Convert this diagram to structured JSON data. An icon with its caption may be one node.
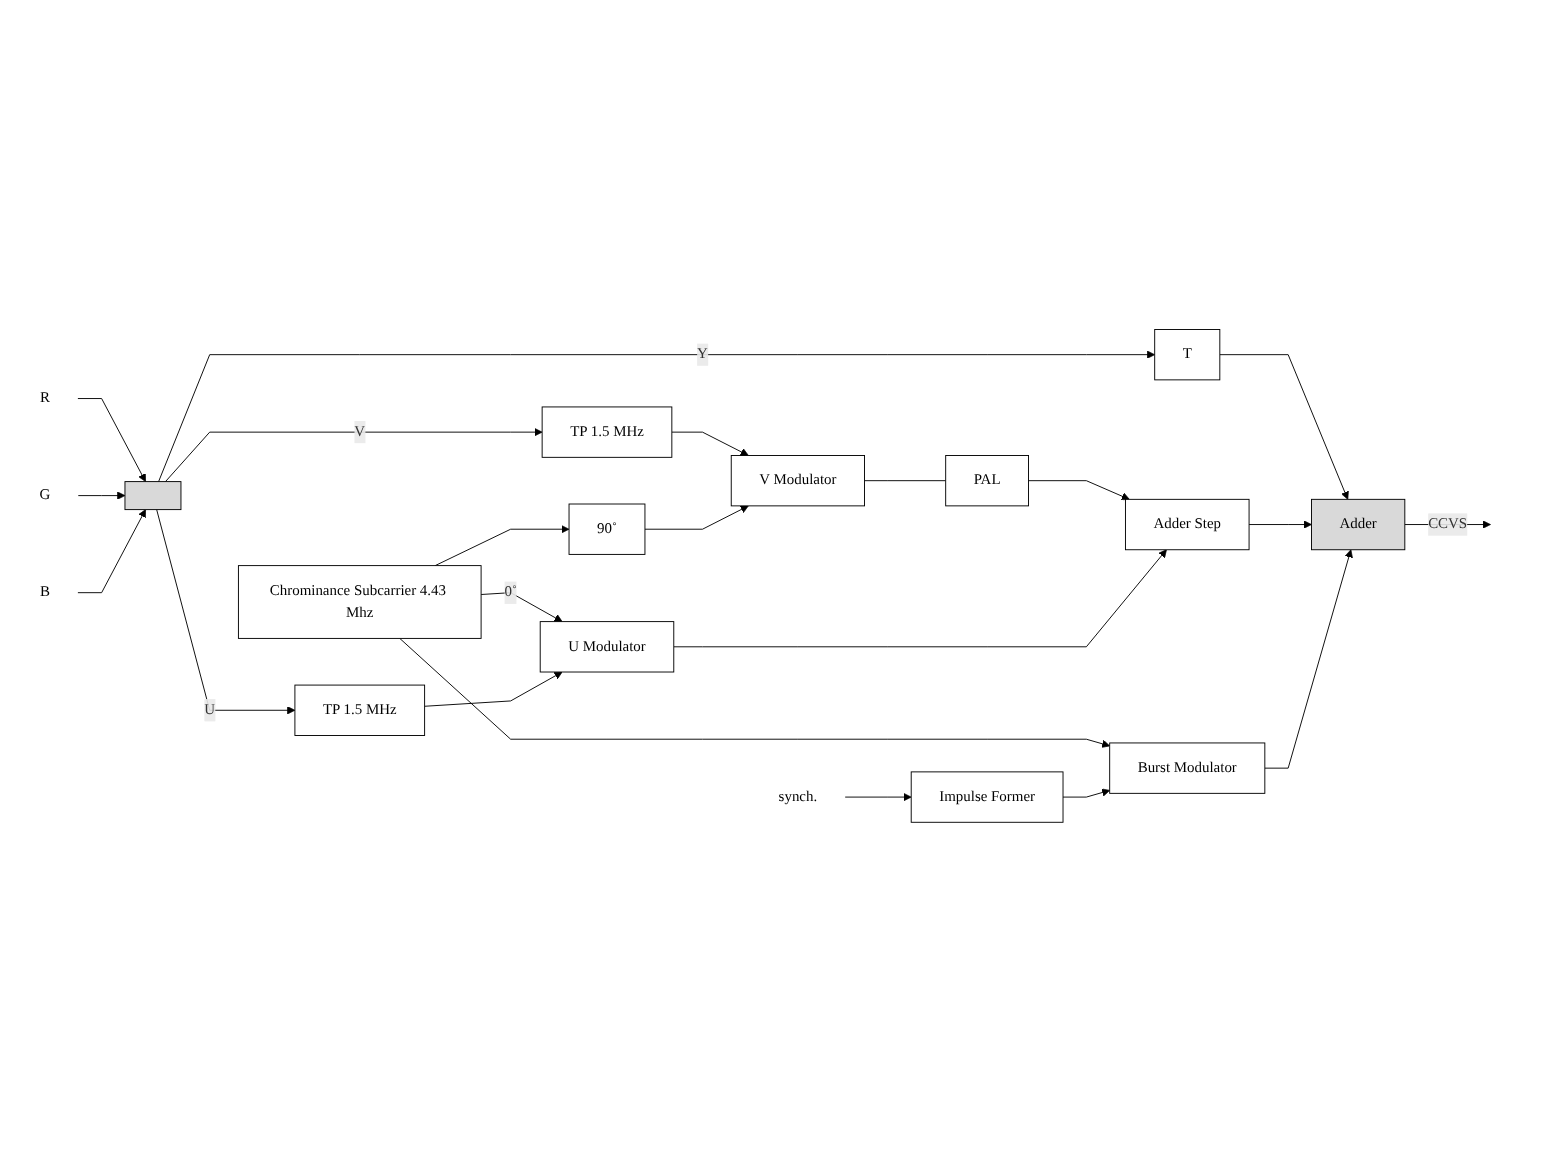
{
  "diagram": {
    "nodes": [
      {
        "text": [
          "R"
        ]
      },
      {
        "text": [
          "G"
        ]
      },
      {
        "text": [
          "B"
        ]
      },
      {
        "text": [],
        "shape": "box"
      },
      {
        "text": [
          "T"
        ]
      },
      {
        "text": [
          "TP 1.5 MHz"
        ]
      },
      {
        "text": [
          "V Modulator"
        ]
      },
      {
        "text": [
          "PAL"
        ]
      },
      {
        "text": [
          "90˚"
        ]
      },
      {
        "text": [
          "Adder Step"
        ]
      },
      {
        "text": [
          "Chrominance Subcarrier 4.43 Mhz"
        ]
      },
      {
        "text": [
          "TP 1.5 MHz"
        ]
      },
      {
        "text": [
          "U Modulator"
        ]
      },
      {
        "text": [
          "synch."
        ]
      },
      {
        "text": [
          "Impulse Former"
        ]
      },
      {
        "text": [
          "Burst Modulator"
        ]
      },
      {
        "text": [
          "Adder"
        ]
      }
    ],
    "edges": [
      {
        "from": 0,
        "to": 3,
        "arrow": "to"
      },
      {
        "from": 1,
        "to": 3,
        "arrow": "to"
      },
      {
        "from": 2,
        "to": 3,
        "arrow": "to"
      },
      {
        "from": 3,
        "to": 4,
        "label": "Y",
        "arrow": "to"
      },
      {
        "from": 4,
        "to": 16,
        "arrow": "to"
      },
      {
        "from": 3,
        "to": 5,
        "label": "V",
        "arrow": "to"
      },
      {
        "from": 5,
        "to": 6,
        "arrow": "to"
      },
      {
        "from": 6,
        "to": 7,
        "arrow": "none"
      },
      {
        "from": 7,
        "to": 9,
        "arrow": "to"
      },
      {
        "from": 10,
        "to": 8,
        "arrow": "to"
      },
      {
        "from": 8,
        "to": 6,
        "arrow": "to"
      },
      {
        "from": 10,
        "to": 12,
        "label": "0˚",
        "arrow": "to"
      },
      {
        "from": 3,
        "to": 11,
        "label": "U",
        "arrow": "to"
      },
      {
        "from": 11,
        "to": 12,
        "arrow": "to"
      },
      {
        "from": 12,
        "to": 9,
        "arrow": "to"
      },
      {
        "from": 9,
        "to": 16,
        "arrow": "to"
      },
      {
        "from": 10,
        "to": 15,
        "arrow": "to"
      },
      {
        "from": 13,
        "to": 14,
        "arrow": "to"
      },
      {
        "from": 14,
        "to": 15,
        "arrow": "to"
      },
      {
        "from": 15,
        "to": 16,
        "arrow": "to"
      },
      {
        "from": 16,
        "to": null,
        "label": "CCVS",
        "arrow": "to"
      }
    ]
  }
}
